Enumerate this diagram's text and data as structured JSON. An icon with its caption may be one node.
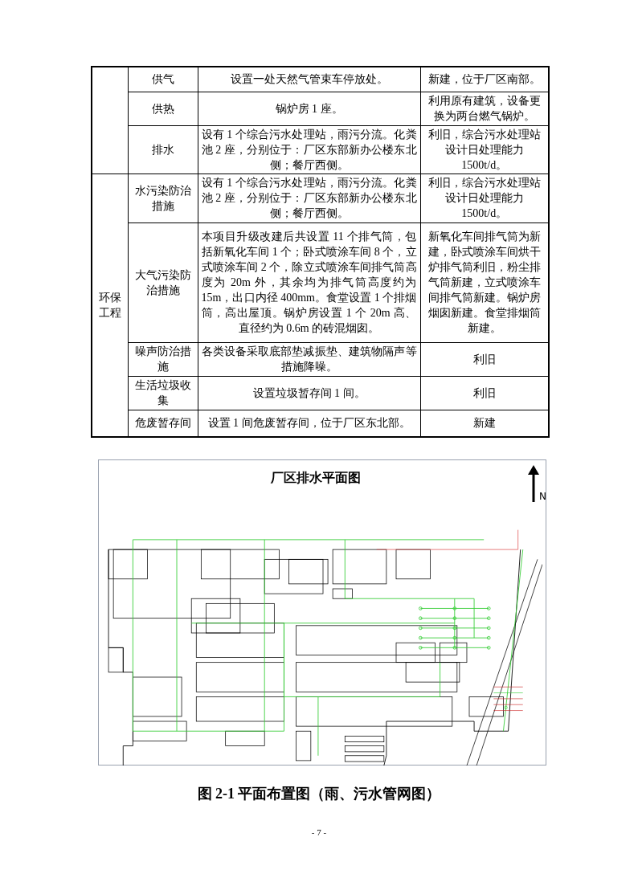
{
  "diagram": {
    "caption": "图 2-1 平面布置图（雨、污水管网图）",
    "labels": [
      "供气",
      "设置一处天然气管束车停放处。",
      "新建，位于厂区南部。",
      "供热",
      "锅炉房 1 座。",
      "利用原有建筑，设备更换为两台燃气锅炉。",
      "排水",
      "设有 1 个综合污水处理站，雨污分流。化粪池 2 座，分别位于：厂区东部新办公楼东北侧；餐厅西侧。",
      "利旧，综合污水处理站设计日处理能力1500t/d。",
      "环保工程",
      "水污染防治措施",
      "设有 1 个综合污水处理站，雨污分流。化粪池 2 座，分别位于：厂区东部新办公楼东北侧；餐厅西侧。",
      "利旧，综合污水处理站设计日处理能力1500t/d。",
      "大气污染防治措施",
      "本项目升级改建后共设置 11 个排气筒，包括新氧化车间 1 个；卧式喷涂车间 8 个，立式喷涂车间 2 个，除立式喷涂车间排气筒高度为 20m 外，其余均为排气筒高度约为 15m，出口内径 400mm。食堂设置 1 个排烟筒，高出屋顶。锅炉房设置 1 个 20m 高、直径约为 0.6m 的砖混烟囱。",
      "新氧化车间排气筒为新建，卧式喷涂车间烘干炉排气筒利旧，粉尘排气筒新建，立式喷涂车间排气筒新建。锅炉房烟囱新建。食堂排烟筒新建。",
      "噪声防治措施",
      "各类设备采取底部垫减振垫、建筑物隔声等措施降噪。",
      "利旧",
      "生活垃圾收集",
      "设置垃圾暂存间 1 间。",
      "利旧",
      "危废暂存间",
      "设置 1 间危废暂存间，位于厂区东北部。",
      "新建",
      "厂区排水平面图",
      "N",
      "- 7 -"
    ]
  }
}
